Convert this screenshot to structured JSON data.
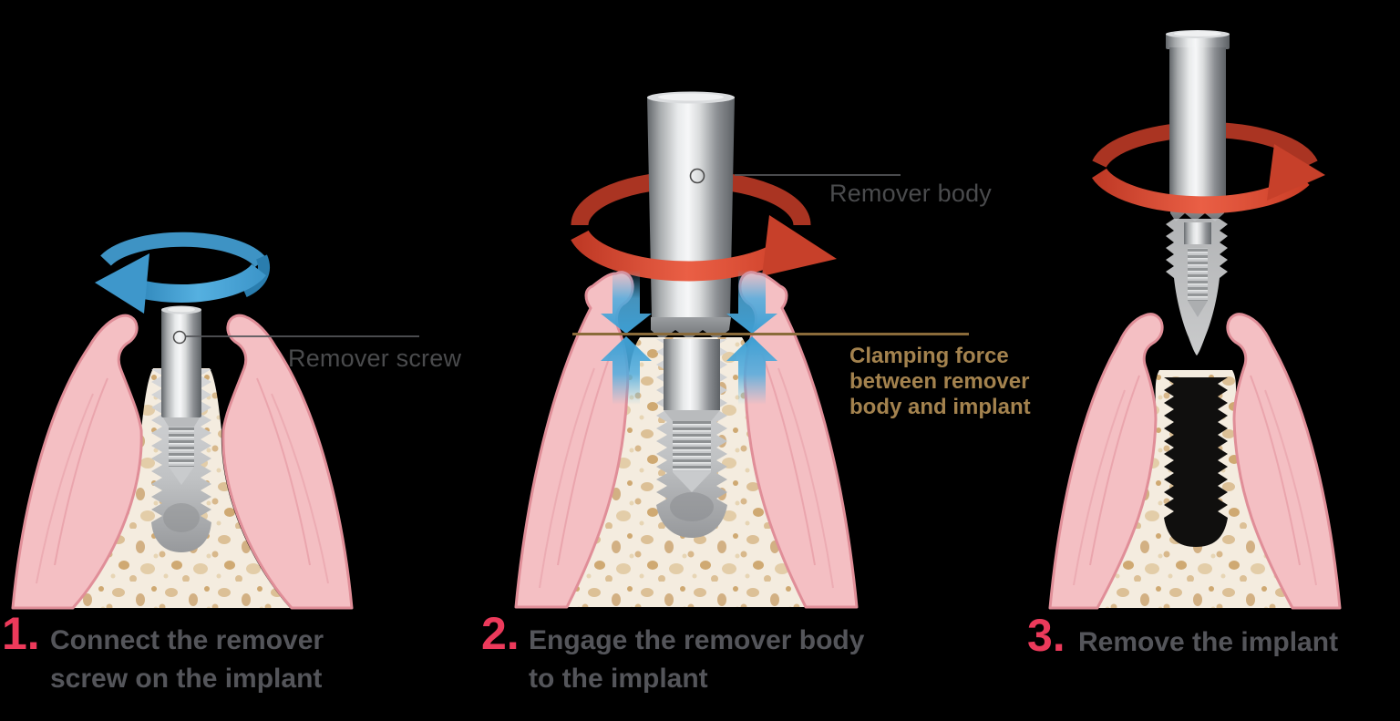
{
  "figure": {
    "background": "#000000",
    "subject": "dental-implant-removal-procedure"
  },
  "labels": {
    "remover_screw": "Remover screw",
    "remover_body": "Remover body",
    "clamping_lines": [
      "Clamping force",
      "between remover",
      "body and implant"
    ]
  },
  "steps": [
    {
      "number": "1.",
      "lines": [
        "Connect the remover",
        "screw on the implant"
      ],
      "rotation_arrow": "blue-counterclockwise"
    },
    {
      "number": "2.",
      "lines": [
        "Engage the remover body",
        "to the implant"
      ],
      "rotation_arrow": "red-clockwise"
    },
    {
      "number": "3.",
      "lines": [
        "Remove the implant"
      ],
      "rotation_arrow": "red-clockwise"
    }
  ],
  "colors": {
    "step_number": "#ec3a5b",
    "caption_text": "#54555a",
    "label_text": "#4a4b4d",
    "clamping_text": "#a3824e",
    "clamping_line": "#8a6b3a",
    "arrow_blue": "#4aa5d8",
    "arrow_red": "#d94f35",
    "gum_pink": "#f4bfc3",
    "bone_cream": "#f4ecdf",
    "metal_gray": "#c9cbcd"
  }
}
